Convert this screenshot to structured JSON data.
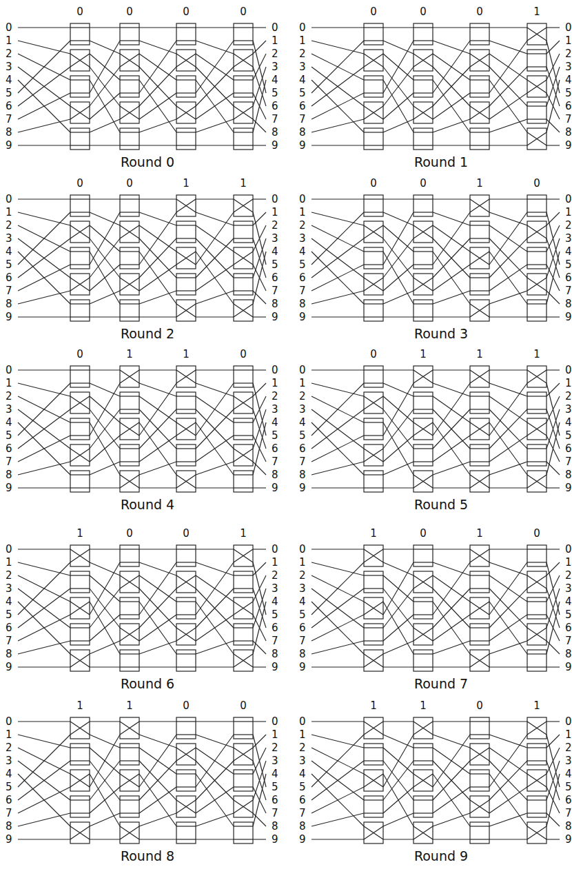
{
  "diagram": {
    "labels": [
      "0",
      "0",
      "0",
      "0",
      "0",
      "1",
      "2",
      "3",
      "4",
      "5",
      "6",
      "7",
      "8",
      "9",
      "0",
      "1",
      "2",
      "3",
      "4",
      "5",
      "6",
      "7",
      "8",
      "9",
      "Round 0",
      "0",
      "0",
      "0",
      "1",
      "0",
      "1",
      "2",
      "3",
      "4",
      "5",
      "6",
      "7",
      "8",
      "9",
      "0",
      "1",
      "2",
      "3",
      "4",
      "5",
      "6",
      "7",
      "8",
      "9",
      "Round 1",
      "0",
      "0",
      "1",
      "1",
      "0",
      "1",
      "2",
      "3",
      "4",
      "5",
      "6",
      "7",
      "8",
      "9",
      "0",
      "1",
      "2",
      "3",
      "4",
      "5",
      "6",
      "7",
      "8",
      "9",
      "Round 2",
      "0",
      "0",
      "1",
      "0",
      "0",
      "1",
      "2",
      "3",
      "4",
      "5",
      "6",
      "7",
      "8",
      "9",
      "0",
      "1",
      "2",
      "3",
      "4",
      "5",
      "6",
      "7",
      "8",
      "9",
      "Round 3",
      "0",
      "1",
      "1",
      "0",
      "0",
      "1",
      "2",
      "3",
      "4",
      "5",
      "6",
      "7",
      "8",
      "9",
      "0",
      "1",
      "2",
      "3",
      "4",
      "5",
      "6",
      "7",
      "8",
      "9",
      "Round 4",
      "0",
      "1",
      "1",
      "1",
      "0",
      "1",
      "2",
      "3",
      "4",
      "5",
      "6",
      "7",
      "8",
      "9",
      "0",
      "1",
      "2",
      "3",
      "4",
      "5",
      "6",
      "7",
      "8",
      "9",
      "Round 5",
      "1",
      "0",
      "0",
      "1",
      "0",
      "1",
      "2",
      "3",
      "4",
      "5",
      "6",
      "7",
      "8",
      "9",
      "0",
      "1",
      "2",
      "3",
      "4",
      "5",
      "6",
      "7",
      "8",
      "9",
      "Round 6",
      "1",
      "0",
      "1",
      "0",
      "0",
      "1",
      "2",
      "3",
      "4",
      "5",
      "6",
      "7",
      "8",
      "9",
      "0",
      "1",
      "2",
      "3",
      "4",
      "5",
      "6",
      "7",
      "8",
      "9",
      "Round 7",
      "1",
      "1",
      "0",
      "0",
      "0",
      "1",
      "2",
      "3",
      "4",
      "5",
      "6",
      "7",
      "8",
      "9",
      "0",
      "1",
      "2",
      "3",
      "4",
      "5",
      "6",
      "7",
      "8",
      "9",
      "Round 8",
      "1",
      "1",
      "0",
      "1",
      "0",
      "1",
      "2",
      "3",
      "4",
      "5",
      "6",
      "7",
      "8",
      "9",
      "0",
      "1",
      "2",
      "3",
      "4",
      "5",
      "6",
      "7",
      "8",
      "9",
      "Round 9"
    ]
  }
}
